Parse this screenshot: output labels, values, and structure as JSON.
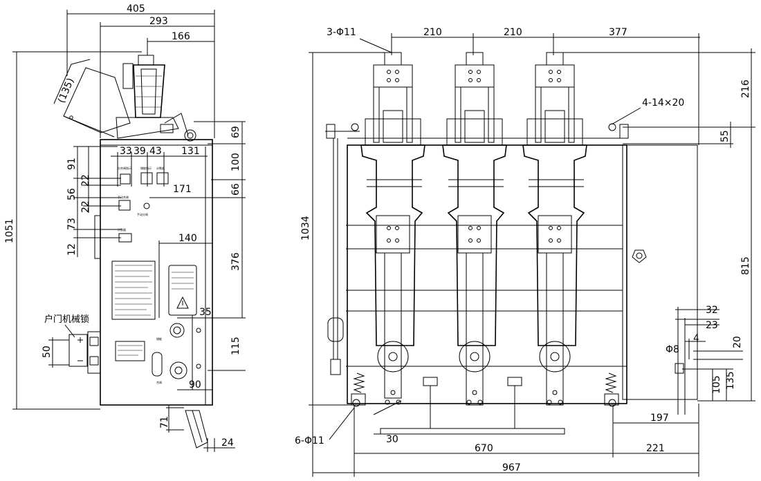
{
  "drawing": {
    "side_view": {
      "dimensions": {
        "d405": "405",
        "d293": "293",
        "d166": "166",
        "d135": "(135)",
        "d1051": "1051",
        "d69": "69",
        "d33": "33",
        "d39": "39",
        "d43": "43",
        "d131": "131",
        "d91": "91",
        "d100": "100",
        "d22a": "22",
        "d171": "171",
        "d66": "66",
        "d56": "56",
        "d22b": "22",
        "d73": "73",
        "d12": "12",
        "d140": "140",
        "d376": "376",
        "d35": "35",
        "d115": "115",
        "d50": "50",
        "d90": "90",
        "d71": "71",
        "d24": "24"
      },
      "note_label": "户门机械锁"
    },
    "front_view": {
      "dimensions": {
        "holes_top": "3-Φ11",
        "d210a": "210",
        "d210b": "210",
        "d377": "377",
        "d216": "216",
        "slots": "4-14×20",
        "d55": "55",
        "d1034": "1034",
        "d815": "815",
        "d32": "32",
        "d23": "23",
        "d4": "4",
        "phi8": "Φ8",
        "d20": "20",
        "d135": "135",
        "d105": "105",
        "d197": "197",
        "holes_bottom": "6-Φ11",
        "d30": "30",
        "d670": "670",
        "d221": "221",
        "d967": "967"
      }
    }
  }
}
